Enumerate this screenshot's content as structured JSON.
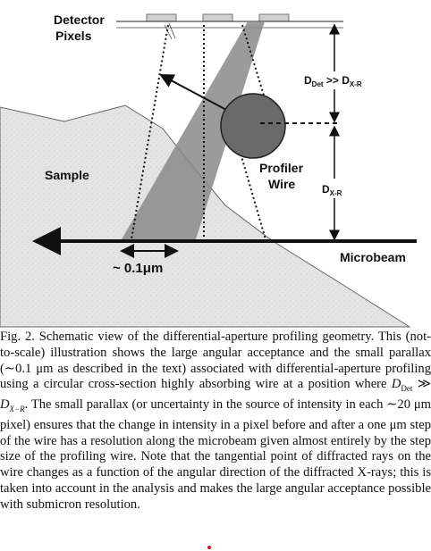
{
  "figure": {
    "labels": {
      "detector_line1": "Detector",
      "detector_line2": "Pixels",
      "d_det": "D",
      "d_det_sub": "Det",
      "gg": " >> ",
      "d_xr": "D",
      "d_xr_sub": "X-R",
      "sample": "Sample",
      "profiler_line1": "Profiler",
      "profiler_line2": "Wire",
      "d_xr2": "D",
      "d_xr2_sub": "X-R",
      "microbeam": "Microbeam",
      "width": "~ 0.1μm"
    }
  },
  "caption": {
    "p1": "Fig. 2. Schematic view of the differential-aperture profiling geometry. This (not-to-scale) illustration shows the large angular acceptance and the small parallax (∼0.1 μm as described in the text) associated with differential-aperture profiling using a circular cross-section highly absorbing wire at a position where ",
    "ddet": "D",
    "ddet_sub": "Det",
    "gg": " ≫ ",
    "dxr": "D",
    "dxr_sub": "X−R",
    "p2": ". The small parallax (or uncertainty in the source of intensity in each ∼20 μm pixel) ensures that the change in intensity in a pixel before and after a one μm step of the wire has a resolution along the microbeam given almost entirely by the step size of the profiling wire. Note that the tangential point of diffracted rays on the wire changes as a function of the angular direction of the diffracted X-rays; this is taken into account in the analysis and makes the large angular acceptance possible with submicron resolution."
  }
}
